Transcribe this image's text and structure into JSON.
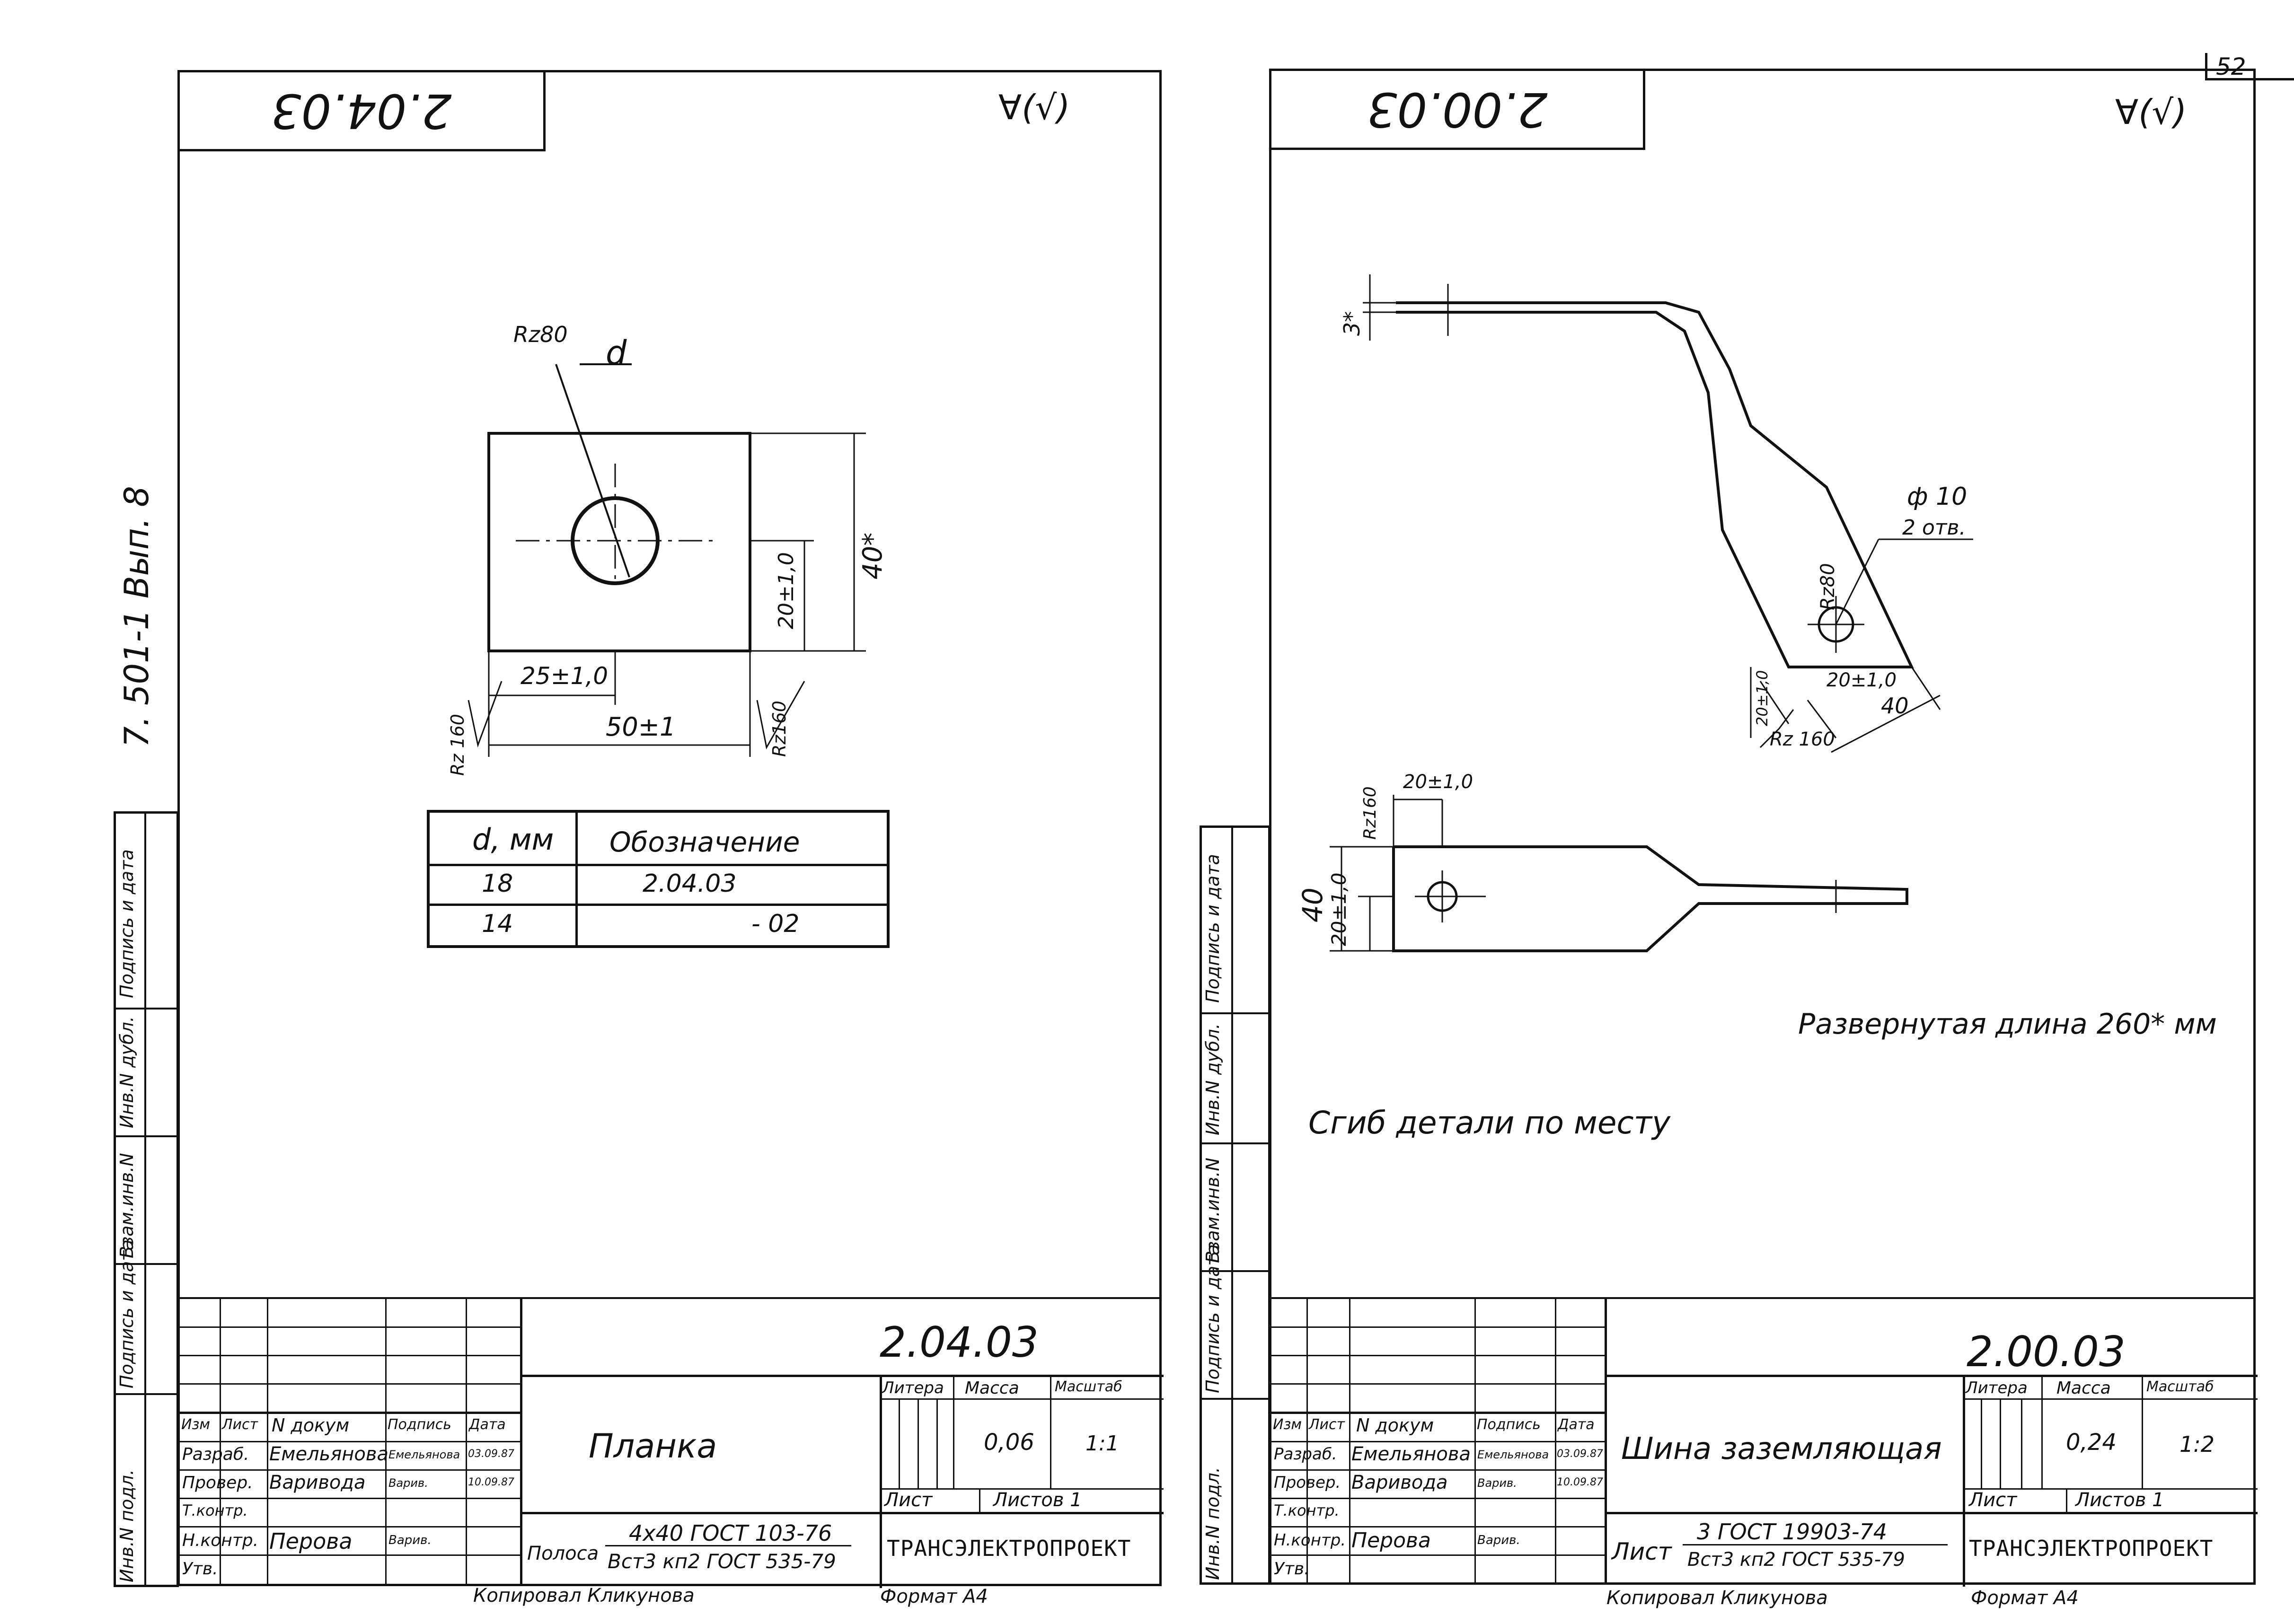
{
  "corner_number": "52",
  "left_margin": {
    "series": "7. 501-1   Вып. 8",
    "col1": "Инв.N подл.",
    "col2": "Подпись и дата",
    "col3": "Взам.инв.N",
    "col4": "Инв.N дубл.",
    "col5": "Подпись и дата"
  },
  "right_margin": {
    "col1": "Инв.N подл.",
    "col2": "Подпись и дата",
    "col3": "Взам.инв.N",
    "col4": "Инв.N дубл.",
    "col5": "Подпись и дата"
  },
  "left_sheet": {
    "top_code": "2.04.03",
    "roughness": "∀(√)",
    "dims": {
      "rz80": "Rz80",
      "d": "d",
      "h40": "40*",
      "h20": "20±1,0",
      "w25": "25±1,0",
      "w50": "50±1",
      "rz160a": "Rz 160",
      "rz160b": "Rz160"
    },
    "table": {
      "headers": [
        "d, мм",
        "Обозначение"
      ],
      "rows": [
        [
          "18",
          "2.04.03"
        ],
        [
          "14",
          "- 02"
        ]
      ]
    },
    "title_block": {
      "code": "2.04.03",
      "name": "Планка",
      "material_prefix": "Полоса",
      "material_top": "4x40 ГОСТ 103-76",
      "material_bottom": "Вст3 кп2 ГОСТ 535-79",
      "litera": "Литера",
      "massa": "Масса",
      "masshtab": "Масштаб",
      "mass_value": "0,06",
      "scale_value": "1:1",
      "list": "Лист",
      "listov": "Листов 1",
      "org": "ТРАНСЭЛЕКТРОПРОЕКТ",
      "rows": [
        [
          "Изм",
          "Лист",
          "N докум",
          "Подпись",
          "Дата"
        ],
        [
          "Разраб.",
          "Емельянова",
          "Емельянова",
          "03.09.87"
        ],
        [
          "Провер.",
          "Варивода",
          "Варив.",
          "10.09.87"
        ],
        [
          "Т.контр.",
          "",
          "",
          ""
        ],
        [
          "",
          "",
          "",
          ""
        ],
        [
          "Н.контр.",
          "Перова",
          "Варив.",
          ""
        ],
        [
          "Утв.",
          "",
          "",
          ""
        ]
      ],
      "copied": "Копировал Кликунова",
      "format": "Формат А4"
    }
  },
  "right_sheet": {
    "top_code": "2.00.03",
    "roughness": "∀(√)",
    "dims": {
      "thk": "3*",
      "phi10": "ф 10",
      "holes": "2 отв.",
      "rz80": "Rz80",
      "d20a": "20±1,0",
      "d20b": "20±1,0",
      "d40": "40",
      "rz160": "Rz 160",
      "b20": "20±1,0",
      "b40": "40",
      "b20v": "20±1,0",
      "rz160b": "Rz160"
    },
    "developed_length": "Развернутая длина 260* мм",
    "bend_note": "Сгиб детали по месту",
    "title_block": {
      "code": "2.00.03",
      "name": "Шина заземляющая",
      "material_prefix": "Лист",
      "material_top": "3 ГОСТ 19903-74",
      "material_bottom": "Вст3 кп2 ГОСТ 535-79",
      "litera": "Литера",
      "massa": "Масса",
      "masshtab": "Масштаб",
      "mass_value": "0,24",
      "scale_value": "1:2",
      "list": "Лист",
      "listov": "Листов 1",
      "org": "ТРАНСЭЛЕКТРОПРОЕКТ",
      "rows": [
        [
          "Изм",
          "Лист",
          "N докум",
          "Подпись",
          "Дата"
        ],
        [
          "Разраб.",
          "Емельянова",
          "Емельянова",
          "03.09.87"
        ],
        [
          "Провер.",
          "Варивода",
          "Варив.",
          "10.09.87"
        ],
        [
          "Т.контр.",
          "",
          "",
          ""
        ],
        [
          "",
          "",
          "",
          ""
        ],
        [
          "Н.контр.",
          "Перова",
          "Варив.",
          ""
        ],
        [
          "Утв.",
          "",
          "",
          ""
        ]
      ],
      "copied": "Копировал Кликунова",
      "format": "Формат А4"
    }
  }
}
